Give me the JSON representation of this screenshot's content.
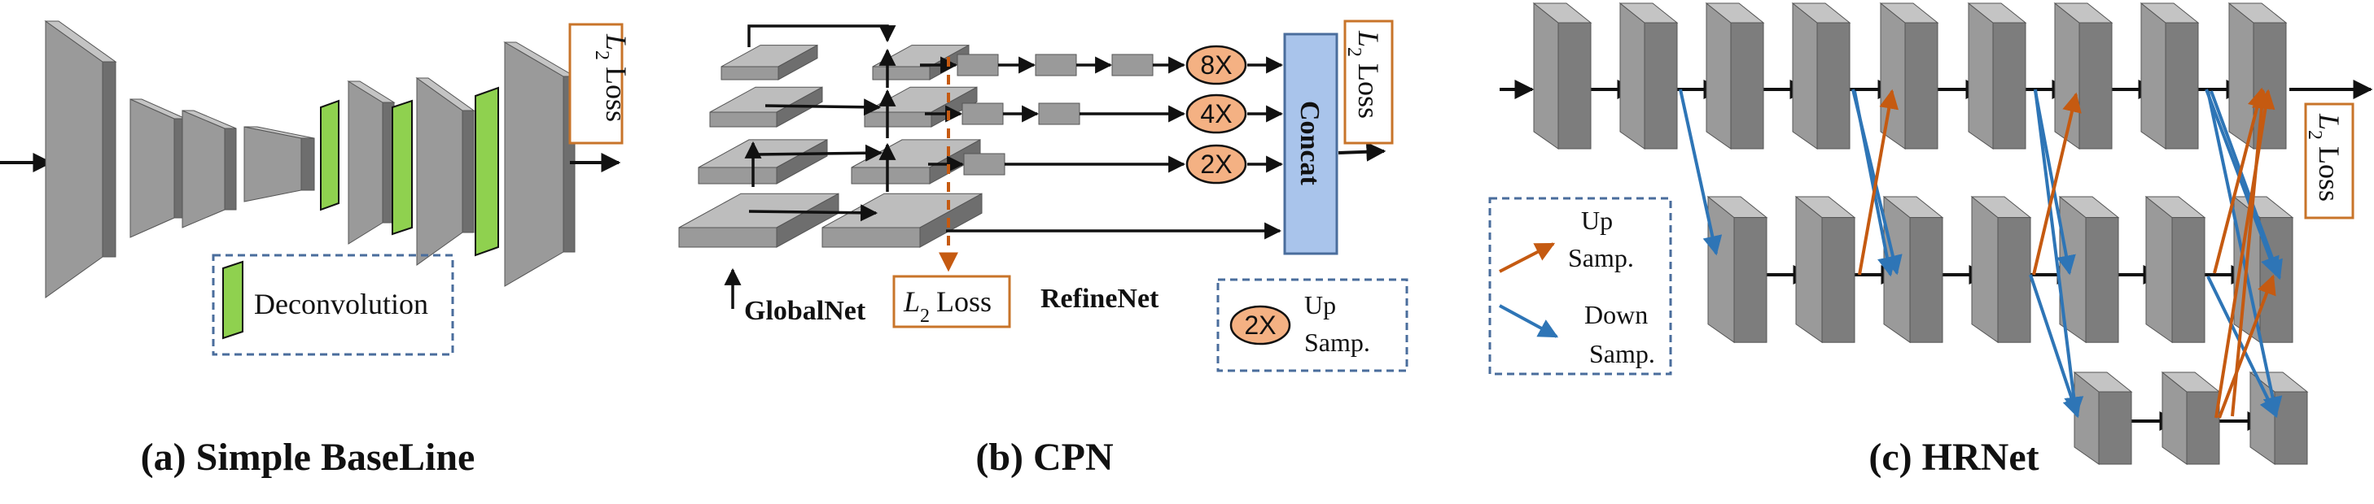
{
  "panels": {
    "a": {
      "caption": "(a) Simple BaseLine",
      "loss_label": "L",
      "loss_sub": "2",
      "loss_word": "Loss",
      "legend_label": "Deconvolution"
    },
    "b": {
      "caption": "(b) CPN",
      "globalnet": "GlobalNet",
      "refinenet": "RefineNet",
      "loss_label": "L",
      "loss_sub": "2",
      "loss_word": "Loss",
      "upsample_tags": [
        "8X",
        "4X",
        "2X"
      ],
      "concat": "Concat",
      "top_loss_label": "L",
      "top_loss_sub": "2",
      "top_loss_word": "Loss",
      "legend_tag": "2X",
      "legend_text_1": "Up",
      "legend_text_2": "Samp."
    },
    "c": {
      "caption": "(c) HRNet",
      "loss_label": "L",
      "loss_sub": "2",
      "loss_word": "Loss",
      "legend_up_1": "Up",
      "legend_up_2": "Samp.",
      "legend_down_1": "Down",
      "legend_down_2": "Samp."
    }
  },
  "colors": {
    "block_front": "#9a9a9a",
    "block_side": "#6e6e6e",
    "block_top": "#c4c4c4",
    "deconv": "#8fd14f",
    "loss_border": "#c8742a",
    "orange_tag": "#f4b183",
    "concat": "#a9c4eb",
    "up_arrow": "#c55a11",
    "down_arrow": "#2e75b6",
    "dash": "#4a6d9c"
  }
}
